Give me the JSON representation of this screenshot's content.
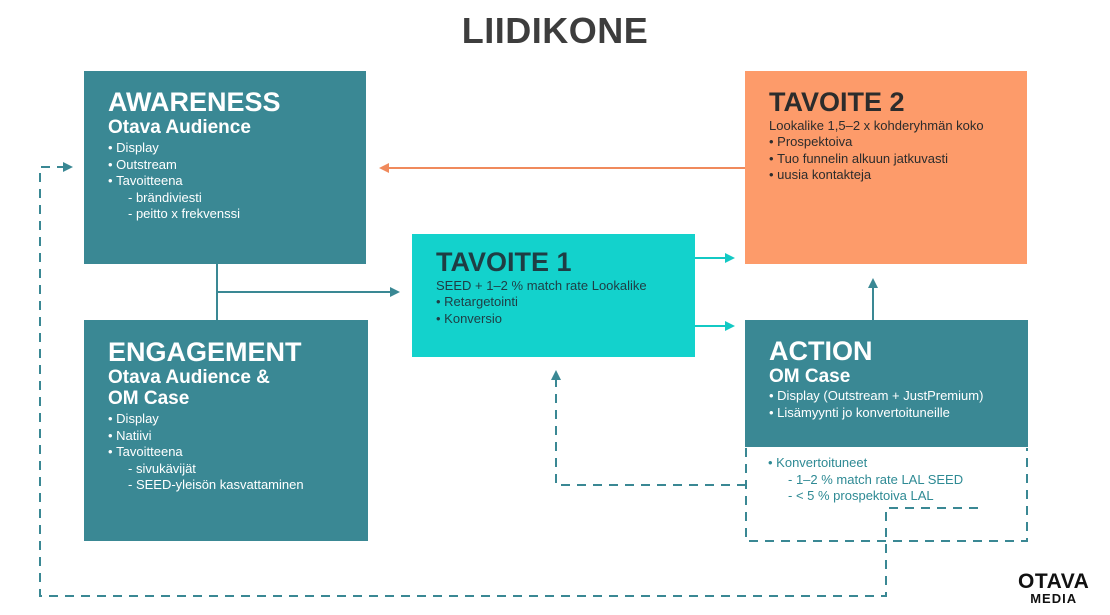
{
  "title": "LIIDIKONE",
  "awareness": {
    "heading": "AWARENESS",
    "subheading": "Otava Audience",
    "bullets": [
      "Display",
      "Outstream",
      "Tavoitteena"
    ],
    "sub_bullets": [
      "brändiviesti",
      "peitto x frekvenssi"
    ]
  },
  "engagement": {
    "heading": "ENGAGEMENT",
    "subheading_1": "Otava Audience &",
    "subheading_2": "OM Case",
    "bullets": [
      "Display",
      "Natiivi",
      "Tavoitteena"
    ],
    "sub_bullets": [
      "sivukävijät",
      "SEED-yleisön kasvattaminen"
    ]
  },
  "tavoite1": {
    "heading": "TAVOITE 1",
    "subtitle": "SEED + 1–2 % match rate Lookalike",
    "bullets": [
      "Retargetointi",
      "Konversio"
    ]
  },
  "tavoite2": {
    "heading": "TAVOITE 2",
    "subtitle": "Lookalike 1,5–2 x kohderyhmän koko",
    "bullets": [
      "Prospektoiva",
      "Tuo funnelin alkuun jatkuvasti",
      "uusia kontakteja"
    ]
  },
  "action": {
    "heading": "ACTION",
    "subheading": "OM Case",
    "bullets": [
      "Display (Outstream + JustPremium)",
      "Lisämyynti jo konvertoituneille"
    ]
  },
  "konvertoituneet": {
    "bullet": "Konvertoituneet",
    "sub_bullets": [
      "1–2 % match rate LAL SEED",
      "< 5 % prospektoiva LAL"
    ]
  },
  "logo": {
    "line1": "OTAVA",
    "line2": "MEDIA"
  },
  "colors": {
    "teal": "#3a8894",
    "cyan": "#13d2cc",
    "orange": "#fd9b6a",
    "dashed": "#3a8894",
    "orange_arrow": "#f08a5c"
  }
}
